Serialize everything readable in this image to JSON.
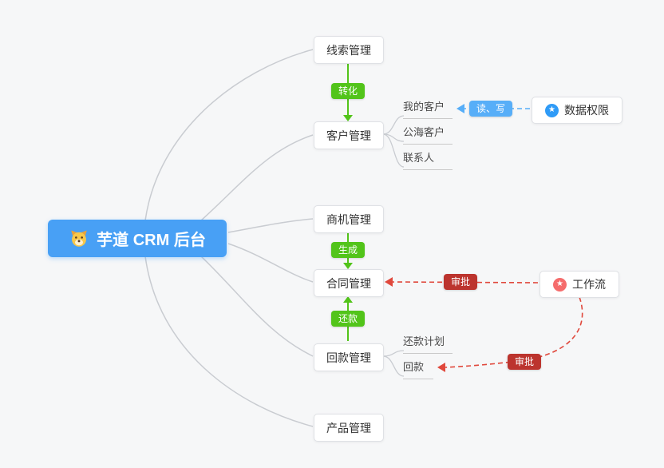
{
  "root": {
    "label": "芋道 CRM 后台"
  },
  "modules": [
    {
      "label": "线索管理"
    },
    {
      "label": "客户管理",
      "children": [
        "我的客户",
        "公海客户",
        "联系人"
      ]
    },
    {
      "label": "商机管理"
    },
    {
      "label": "合同管理"
    },
    {
      "label": "回款管理",
      "children": [
        "还款计划",
        "回款"
      ]
    },
    {
      "label": "产品管理"
    }
  ],
  "side_nodes": [
    {
      "label": "数据权限",
      "icon": "star-icon",
      "glyph": "★"
    },
    {
      "label": "工作流",
      "icon": "star-icon",
      "glyph": "★"
    }
  ],
  "edge_labels": {
    "convert": "转化",
    "generate": "生成",
    "repay": "还款",
    "read_write": "读、写",
    "approve_contract": "审批",
    "approve_receivable": "审批"
  },
  "colors": {
    "root_bg": "#48a0f5",
    "green": "#52c41a",
    "blue_badge": "#57aef8",
    "red_badge": "#bc342e",
    "red_line": "#e0483c",
    "gray_line": "#c9ccd1",
    "data_permission_icon": "#2f9bf7",
    "workflow_icon": "#f56c6c"
  }
}
